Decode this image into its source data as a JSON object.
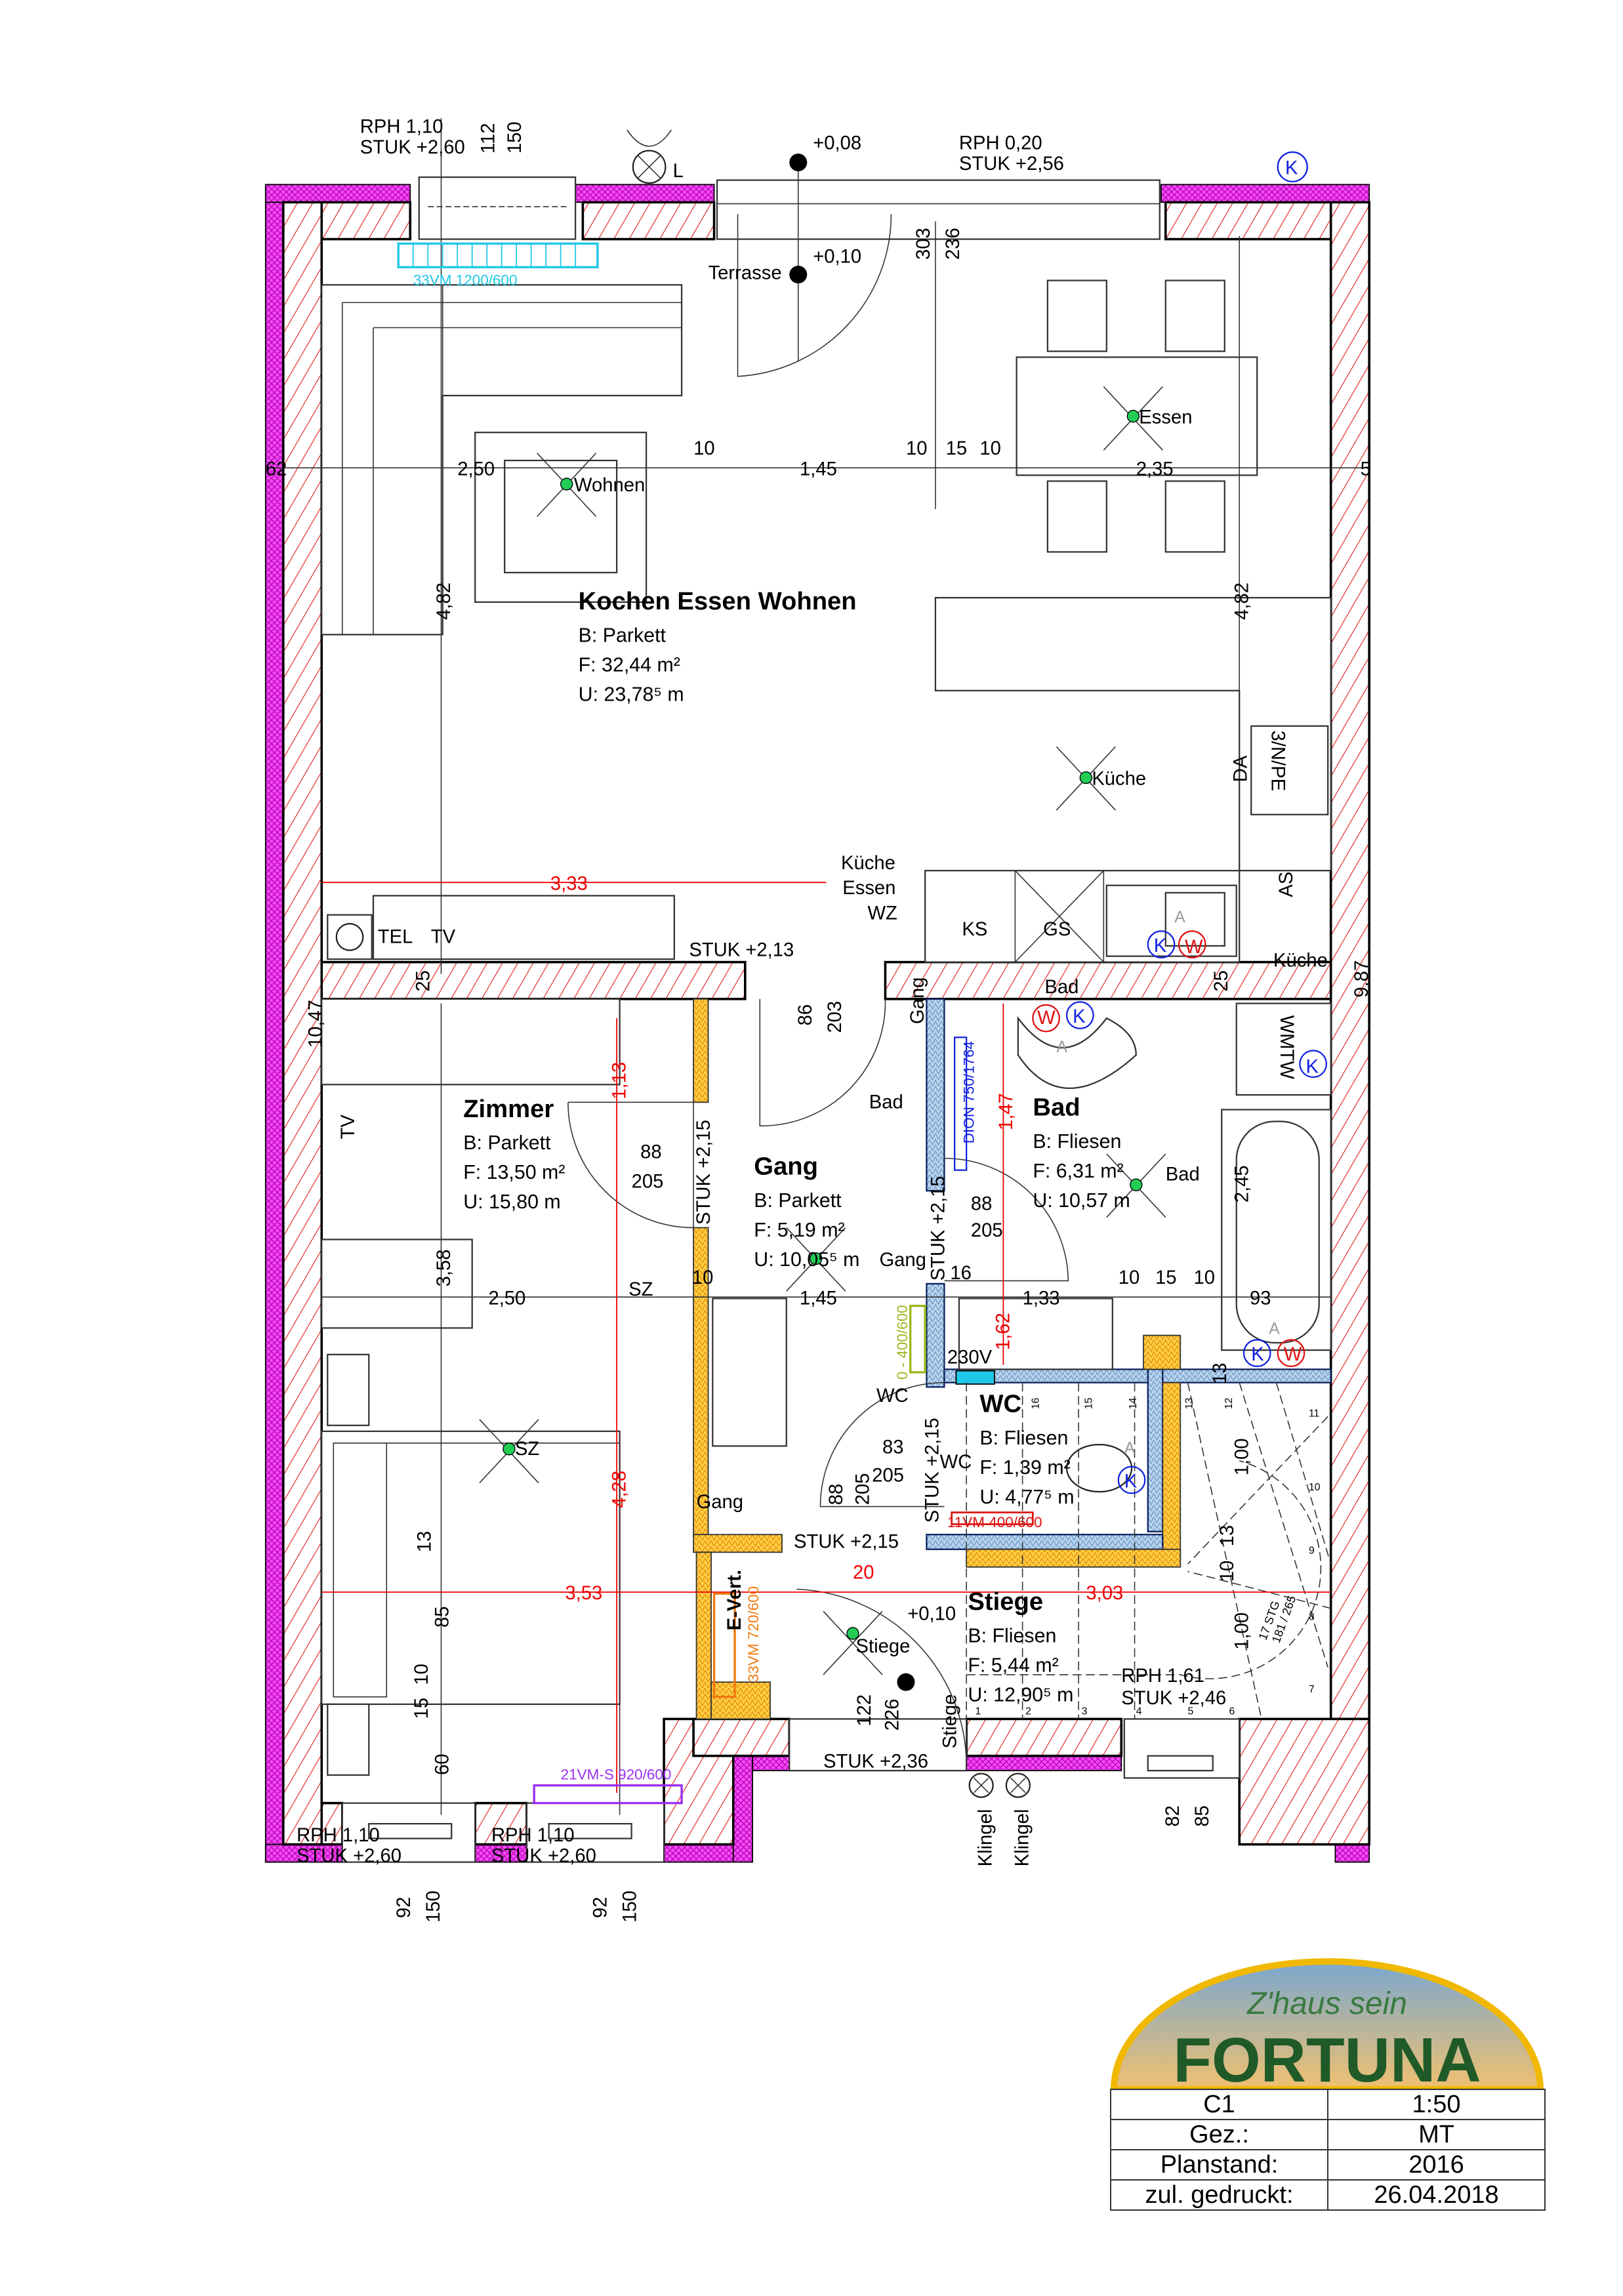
{
  "title_block": {
    "logo_tagline": "Z'haus sein",
    "logo_name": "FORTUNA",
    "plan_id": "C1",
    "scale": "1:50",
    "drawn_by_label": "Gez.:",
    "drawn_by": "MT",
    "plan_status_label": "Planstand:",
    "plan_status": "2016",
    "printed_label": "zul. gedruckt:",
    "printed": "26.04.2018"
  },
  "rooms": {
    "kochen": {
      "name": "Kochen Essen Wohnen",
      "floor": "B: Parkett",
      "area": "F: 32,44 m²",
      "perimeter": "U: 23,78⁵ m"
    },
    "zimmer": {
      "name": "Zimmer",
      "floor": "B: Parkett",
      "area": "F: 13,50 m²",
      "perimeter": "U: 15,80 m"
    },
    "gang": {
      "name": "Gang",
      "floor": "B: Parkett",
      "area": "F: 5,19 m²",
      "perimeter": "U: 10,05⁵ m"
    },
    "bad": {
      "name": "Bad",
      "floor": "B: Fliesen",
      "area": "F: 6,31 m²",
      "perimeter": "U: 10,57 m"
    },
    "wc": {
      "name": "WC",
      "floor": "B: Fliesen",
      "area": "F: 1,39 m²",
      "perimeter": "U: 4,77⁵ m"
    },
    "stiege": {
      "name": "Stiege",
      "floor": "B: Fliesen",
      "area": "F: 5,44 m²",
      "perimeter": "U: 12,90⁵ m"
    }
  },
  "labels": {
    "rph_top_left": "RPH 1,10",
    "stuk_top_left": "STUK +2,60",
    "light_outdoor": "L",
    "level_terrace_out": "+0,08",
    "rph_terrace": "RPH 0,20",
    "stuk_terrace": "STUK +2,56",
    "cold_water_top": "K",
    "switch_terrasse": "Terrasse",
    "level_inside": "+0,10",
    "radiator_living": "33VM 1200/600",
    "light_essen": "Essen",
    "light_wohnen": "Wohnen",
    "light_kueche": "Küche",
    "socket_cooker": "3/N/PE",
    "socket_da": "DA",
    "socket_as": "AS",
    "switch_kueche": "Küche",
    "switch_essen": "Essen",
    "switch_wz": "WZ",
    "socket_ks": "KS",
    "socket_gs": "GS",
    "sink_drain": "A",
    "sink_cold": "K",
    "sink_warm": "W",
    "switch_kueche_right": "Küche",
    "socket_tel": "TEL",
    "socket_tv": "TV",
    "stuk_kitchen_door": "STUK +2,13",
    "switch_gang_top": "Gang",
    "light_bad_top": "Bad",
    "basin_warm": "W",
    "basin_cold": "K",
    "basin_drain": "A",
    "wm_tw": "WMTW",
    "wm_cold": "K",
    "radiator_bad": "DION 750/1764",
    "door_bad": "Bad",
    "light_bad": "Bad",
    "stuk_zimmer_door": "STUK +2,15",
    "stuk_bad_door": "STUK +2,15",
    "light_gang": "Gang",
    "switch_sz": "SZ",
    "socket_tv_zimmer": "TV",
    "light_sz": "SZ",
    "radiator_gang": "0 - 400/600",
    "socket_230v": "230V",
    "switch_wc": "WC",
    "light_wc": "WC",
    "radiator_wc": "11VM 400/600",
    "stuk_wc_door": "STUK +2,15",
    "switch_gang_bottom": "Gang",
    "stuk_stiege_door": "STUK +2,15",
    "e_vert": "E-Vert.",
    "radiator_stiege": "33VM 720/600",
    "light_stiege": "Stiege",
    "level_entry": "+0,10",
    "switch_stiege": "Stiege",
    "rph_stiege": "RPH 1,61",
    "stuk_stiege": "STUK +2,46",
    "stuk_entry": "STUK +2,36",
    "bell_1": "Klingel",
    "bell_2": "Klingel",
    "radiator_zimmer": "21VM-S 920/600",
    "rph_bottom_1": "RPH 1,10",
    "stuk_bottom_1": "STUK +2,60",
    "rph_bottom_2": "RPH 1,10",
    "stuk_bottom_2": "STUK +2,60",
    "tub_drain": "A",
    "tub_cold": "K",
    "tub_warm": "W",
    "wc_drain": "A",
    "wc_cold": "K",
    "stair_count": "17 STG",
    "stair_ratio": "181 / 265"
  },
  "dims_black": [
    "112",
    "150",
    "303",
    "236",
    "10",
    "2,50",
    "1,45",
    "10",
    "15",
    "10",
    "2,35",
    "62",
    "5",
    "4,82",
    "4,82",
    "25",
    "86",
    "203",
    "25",
    "9,87",
    "10,47",
    "88",
    "205",
    "3,58",
    "2,50",
    "10",
    "1,45",
    "16",
    "1,33",
    "10",
    "15",
    "10",
    "93",
    "2,45",
    "88",
    "205",
    "83",
    "205",
    "88",
    "205",
    "13",
    "85",
    "10",
    "15",
    "60",
    "122",
    "226",
    "13",
    "1,00",
    "13",
    "10",
    "1,00",
    "82",
    "85",
    "92",
    "150",
    "92",
    "150"
  ],
  "dims_red": [
    "3,33",
    "1,13",
    "1,47",
    "1,62",
    "4,28",
    "3,53",
    "20",
    "3,03"
  ],
  "stair_steps": [
    "1",
    "2",
    "3",
    "4",
    "5",
    "6",
    "7",
    "8",
    "9",
    "10",
    "11",
    "12",
    "13",
    "14",
    "15",
    "16"
  ],
  "colors": {
    "wall_hatch": "#e02020",
    "insulation": "#e020e0",
    "drywall": "#f0a020",
    "light_point": "#22cc55",
    "cold": "#1020e0",
    "warm": "#e01010",
    "radiator_living": "#20c8e8",
    "radiator_zimmer": "#9b30f0",
    "radiator_stiege": "#f07a10",
    "radiator_gang": "#9ab820"
  }
}
